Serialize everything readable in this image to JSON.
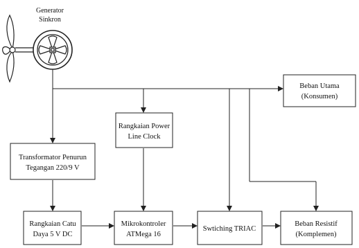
{
  "diagram": {
    "generator": {
      "line1": "Generator",
      "line2": "Sinkron"
    },
    "boxes": {
      "beban_utama": {
        "line1": "Beban Utama",
        "line2": "(Konsumen)"
      },
      "power_line_clock": {
        "line1": "Rangkaian Power",
        "line2": "Line Clock"
      },
      "transformator": {
        "line1": "Transformator Penurun",
        "line2": "Tegangan 220/9 V"
      },
      "catu_daya": {
        "line1": "Rangkaian Catu",
        "line2": "Daya 5 V DC"
      },
      "mikrokontroler": {
        "line1": "Mikrokontroler",
        "line2": "ATMega 16"
      },
      "switching": {
        "line1": "Swtiching TRIAC"
      },
      "beban_resistif": {
        "line1": "Beban Resistif",
        "line2": "(Komplemen)"
      }
    }
  }
}
